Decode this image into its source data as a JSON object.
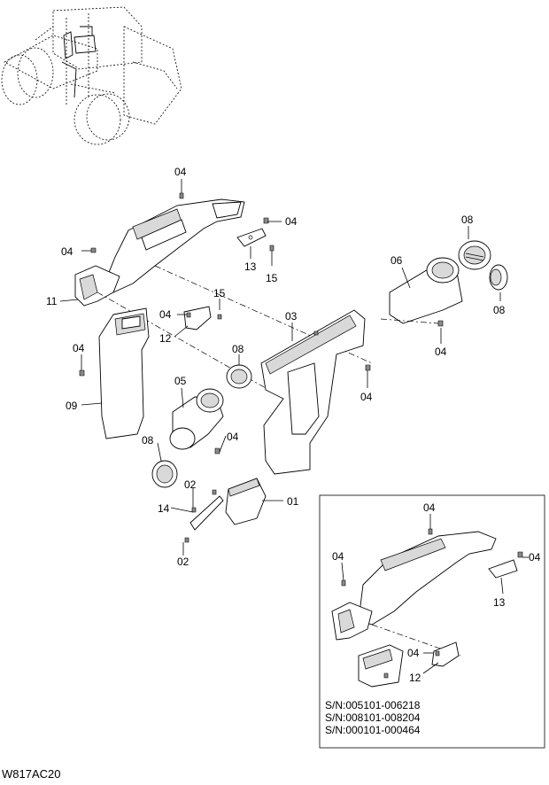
{
  "diagram": {
    "drawing_code": "W817AC20",
    "callouts": {
      "c04_top": "04",
      "c04_topright": "04",
      "c04_left": "04",
      "c04_mid": "04",
      "c04_leftduct": "04",
      "c04_center": "04",
      "c04_right": "04",
      "c04_rightduct": "04",
      "c11": "11",
      "c13": "13",
      "c15_a": "15",
      "c15_b": "15",
      "c12": "12",
      "c09": "09",
      "c03": "03",
      "c06": "06",
      "c08_top": "08",
      "c08_right": "08",
      "c08_mid": "08",
      "c08_low": "08",
      "c05": "05",
      "c02_a": "02",
      "c02_b": "02",
      "c14": "14",
      "c01": "01"
    },
    "inset": {
      "callouts": {
        "i04_top": "04",
        "i04_left": "04",
        "i04_right": "04",
        "i04_low": "04",
        "i13": "13",
        "i12": "12"
      },
      "serial_ranges": [
        "S/N:005101-006218",
        "S/N:008101-008204",
        "S/N:000101-000464"
      ]
    }
  }
}
